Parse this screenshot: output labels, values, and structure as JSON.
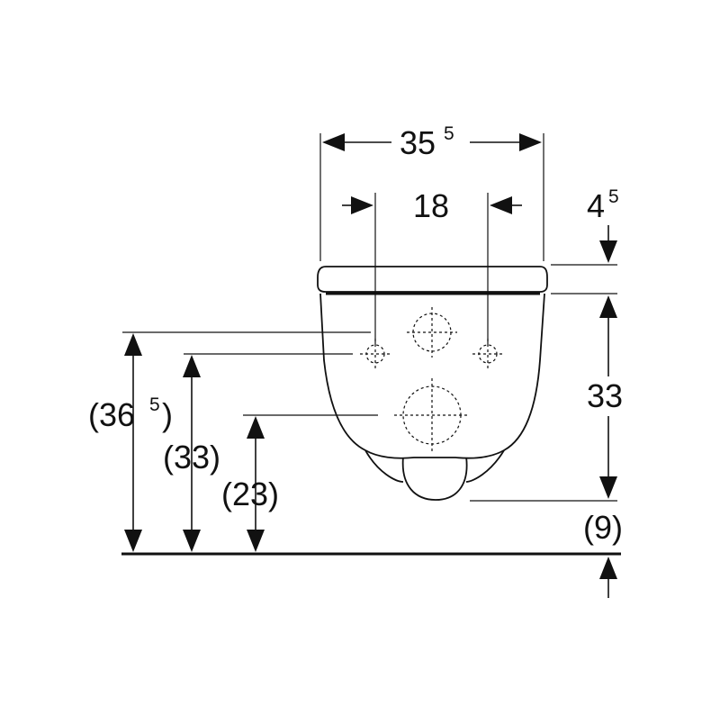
{
  "dimensions": {
    "width_total": {
      "main": "35",
      "sup": "5"
    },
    "hole_spacing": {
      "main": "18"
    },
    "seat_thickness": {
      "main": "4",
      "sup": "5"
    },
    "bowl_height": {
      "main": "33"
    },
    "outlet_offset": {
      "main": "(9)"
    },
    "height_upper_fixing": {
      "main": "(36 ",
      "sup": "5",
      "close": ")"
    },
    "height_lower_fixing": {
      "main": "(33)"
    },
    "height_outlet": {
      "main": "(23)"
    }
  },
  "colors": {
    "line": "#111111",
    "background": "#ffffff"
  }
}
